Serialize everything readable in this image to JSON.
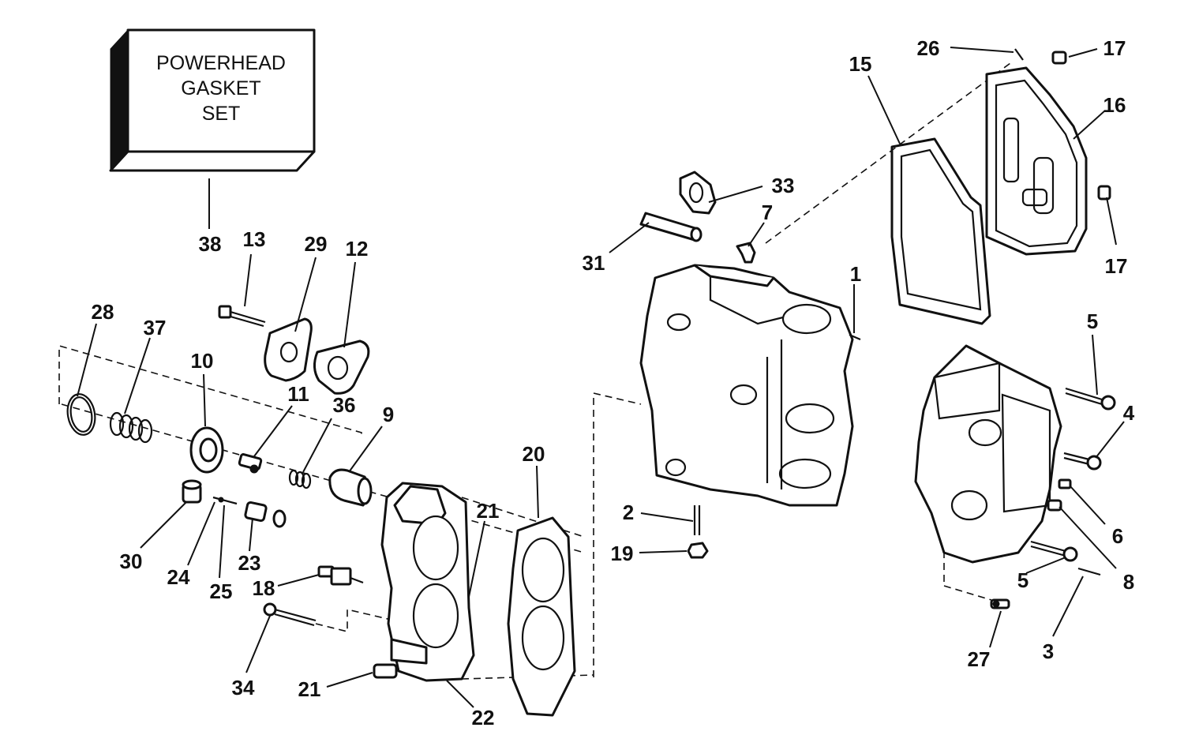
{
  "gasket_set_box": {
    "lines": [
      "POWERHEAD",
      "GASKET",
      "SET"
    ]
  },
  "callouts": {
    "c1": "1",
    "c2": "2",
    "c3": "3",
    "c4": "4",
    "c5a": "5",
    "c5b": "5",
    "c6": "6",
    "c7": "7",
    "c8": "8",
    "c9": "9",
    "c10": "10",
    "c11": "11",
    "c12": "12",
    "c13": "13",
    "c15": "15",
    "c16": "16",
    "c17a": "17",
    "c17b": "17",
    "c18": "18",
    "c19": "19",
    "c20": "20",
    "c21a": "21",
    "c21b": "21",
    "c22": "22",
    "c23": "23",
    "c24": "24",
    "c25": "25",
    "c26": "26",
    "c27": "27",
    "c28": "28",
    "c29": "29",
    "c30": "30",
    "c31": "31",
    "c33": "33",
    "c34": "34",
    "c36": "36",
    "c37": "37",
    "c38": "38"
  }
}
